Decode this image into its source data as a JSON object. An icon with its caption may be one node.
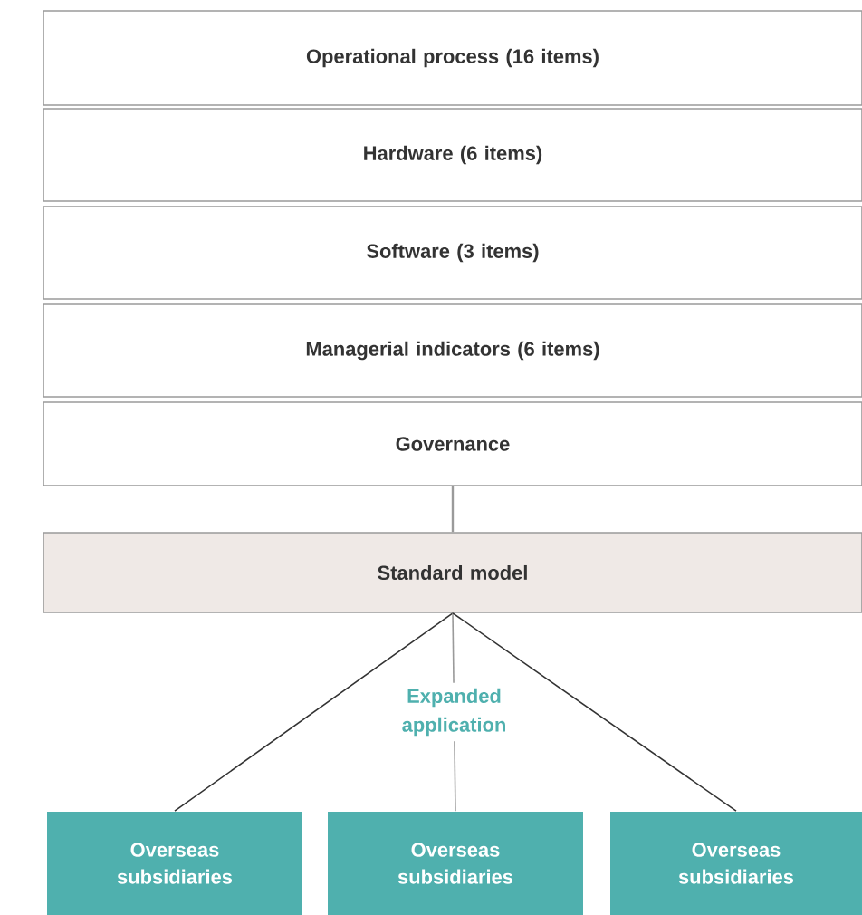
{
  "diagram": {
    "nodes": [
      {
        "text": [
          "Operational process (16 items)"
        ]
      },
      {
        "text": [
          "Hardware (6 items)"
        ]
      },
      {
        "text": [
          "Software (3 items)"
        ]
      },
      {
        "text": [
          "Managerial indicators (6 items)"
        ]
      },
      {
        "text": [
          "Governance"
        ]
      },
      {
        "text": [
          "Standard model"
        ]
      },
      {
        "text": [
          "Overseas subsidiaries"
        ]
      },
      {
        "text": [
          "Overseas subsidiaries"
        ]
      },
      {
        "text": [
          "Overseas subsidiaries"
        ]
      }
    ],
    "edges": [
      {
        "from": 4,
        "to": 5,
        "arrow": "none",
        "color": "#9a9a9a"
      },
      {
        "from": 5,
        "to": 6,
        "arrow": "none",
        "color": "#333333"
      },
      {
        "from": 5,
        "to": 7,
        "arrow": "none",
        "label": "Expanded application",
        "color": "#9a9a9a"
      },
      {
        "from": 5,
        "to": 8,
        "arrow": "none",
        "color": "#333333"
      }
    ]
  }
}
